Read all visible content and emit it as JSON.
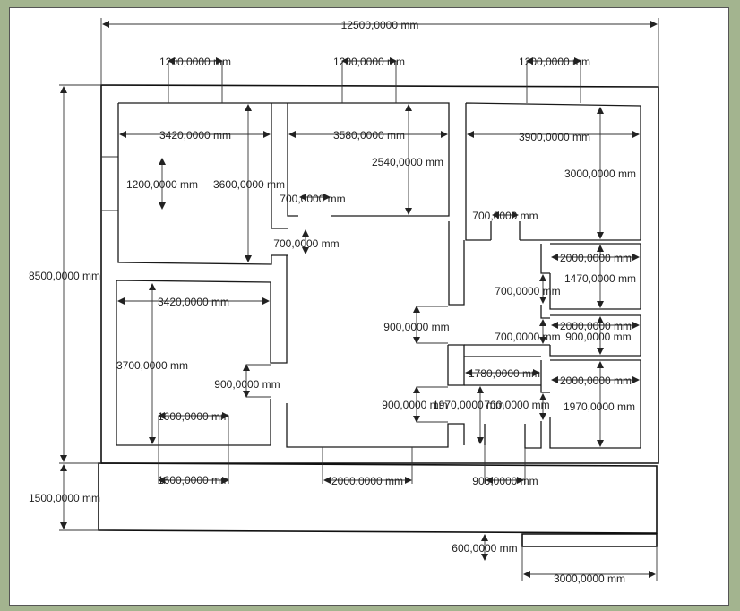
{
  "colors": {
    "background": "#a3b48f",
    "sheet": "#ffffff",
    "line": "#1a1a1a"
  },
  "dimensions": {
    "total_width": "12500,0000 mm",
    "total_height": "8500,0000 mm",
    "porch_height": "1500,0000 mm",
    "top_window_1": "1200,0000 mm",
    "top_window_2": "1200,0000 mm",
    "top_window_3": "1200,0000 mm",
    "room1_width": "3420,0000 mm",
    "room1_window": "1200,0000 mm",
    "room1_height": "3600,0000 mm",
    "room2_width": "3580,0000 mm",
    "room2_height": "2540,0000 mm",
    "room3_width": "3900,0000 mm",
    "room3_height": "3000,0000 mm",
    "door_room2": "700,0000 mm",
    "door_room1": "700,0000 mm",
    "door_room3": "700,0000 mm",
    "room4_width": "3420,0000 mm",
    "room4_height": "3700,0000 mm",
    "door_room4": "900,0000 mm",
    "room4_window": "1600,0000 mm",
    "bath1_width": "2000,0000 mm",
    "bath1_height": "1470,0000 mm",
    "door_bath1": "700,0000 mm",
    "bath2_width": "2000,0000 mm",
    "bath2_height": "900,0000 mm",
    "door_bath2": "700,0000 mm",
    "hall_opening": "900,0000 mm",
    "hall_width": "1780,0000 mm",
    "bath3_width": "2000,0000 mm",
    "bath3_height": "1970,0000 mm",
    "door_bath3": "700,0000 mm",
    "hall_height": "1970,0000 mm",
    "hall_opening_2": "900,0000 mm",
    "front_window_1": "1600,0000 mm",
    "front_door": "2000,0000 mm",
    "front_opening": "900,0000 mm",
    "step_height": "600,0000 mm",
    "step_width": "3000,0000 mm"
  }
}
